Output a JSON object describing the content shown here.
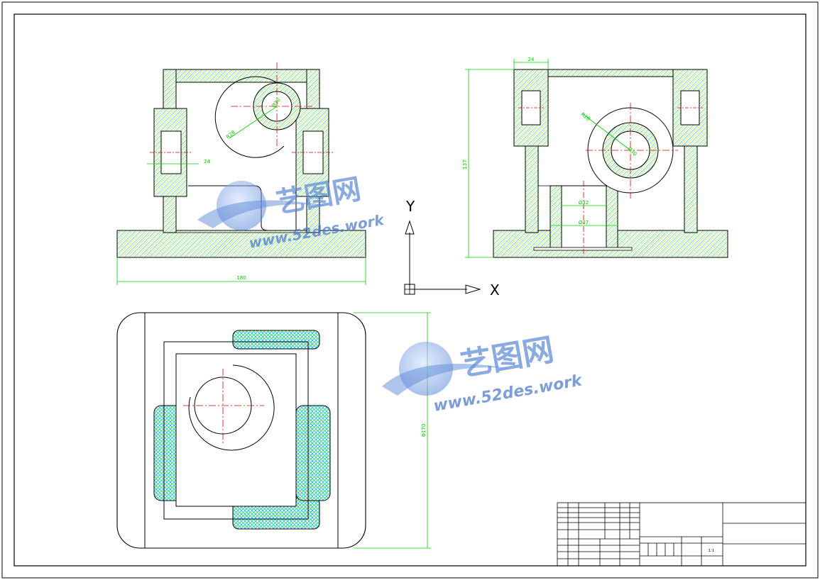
{
  "drawing": {
    "front_view_dims": {
      "width": "180",
      "wall": "24",
      "r_outer": "R28",
      "d_bore": "Ø30"
    },
    "side_view_dims": {
      "height": "137",
      "wall": "24",
      "r_outer": "R28",
      "d_bore": "Ø30",
      "d_inner1": "Ø32",
      "d_inner2": "Ø47"
    },
    "top_view_dims": {
      "depth": "Φ170"
    },
    "ucs": {
      "x_label": "X",
      "y_label": "Y"
    }
  },
  "watermark": {
    "brand": "艺图网",
    "url": "www.52des.work"
  },
  "title_block": {
    "scale": "1:1"
  },
  "colors": {
    "outline": "#000000",
    "hatch": "#00c8e6",
    "hatch_alt": "#d8e000",
    "centerline": "#e00000",
    "dimension": "#00d000",
    "watermark": "#5e8ad8"
  }
}
